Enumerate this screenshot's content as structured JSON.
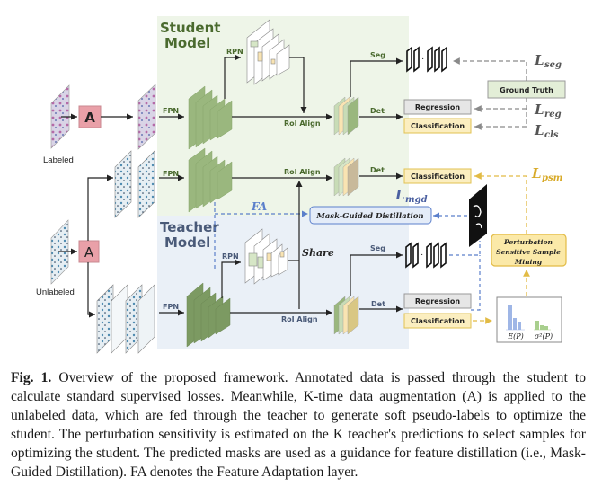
{
  "figure": {
    "student_title_line1": "Student",
    "student_title_line2": "Model",
    "teacher_title_line1": "Teacher",
    "teacher_title_line2": "Model",
    "augment_label": "A",
    "labeled_label": "Labeled",
    "unlabeled_label": "Unlabeled",
    "fpn_label": "FPN",
    "rpn_label": "RPN",
    "roi_align_label": "RoI Align",
    "seg_label": "Seg",
    "det_label": "Det",
    "share_label": "Share",
    "fa_label": "FA",
    "ground_truth": "Ground Truth",
    "regression": "Regression",
    "classification": "Classification",
    "mask_guided_distillation": "Mask-Guided Distillation",
    "psm_line1": "Perturbation",
    "psm_line2": "Sensitive Sample",
    "psm_line3": "Mining",
    "loss_seg": "L",
    "loss_seg_sub": "seg",
    "loss_reg": "L",
    "loss_reg_sub": "reg",
    "loss_cls": "L",
    "loss_cls_sub": "cls",
    "loss_psm": "L",
    "loss_psm_sub": "psm",
    "loss_mgd": "L",
    "loss_mgd_sub": "mgd",
    "mean_label": "E(P)",
    "var_label": "σ²(P)",
    "mask_dots": "·",
    "colors": {
      "student_bg": "#eef5e8",
      "teacher_bg": "#eaf0f7",
      "student_text": "#4a6a2e",
      "teacher_text": "#4a5a78",
      "feature_green": "#9ab77e",
      "feature_dark": "#7c9a62",
      "augment_pink": "#e9a0a8",
      "gt_fill": "#e3eed7",
      "reg_fill": "#e6e6e6",
      "cls_fill": "#fbeec0",
      "cls_border": "#e2c252",
      "blue_dash": "#5b7fcb",
      "gold_dash": "#e2bb45",
      "gray_dash": "#8a8a8a",
      "mgd_fill": "#e4ecf8",
      "psm_fill": "#fbe9a8"
    }
  },
  "caption": {
    "fig_label": "Fig. 1.",
    "text": "Overview of the proposed framework. Annotated data is passed through the student to calculate standard supervised losses. Meanwhile, K-time data augmentation (A) is applied to the unlabeled data, which are fed through the teacher to generate soft pseudo-labels to optimize the student. The perturbation sensitivity is estimated on the K teacher's predictions to select samples for optimizing the student. The predicted masks are used as a guidance for feature distillation (i.e., Mask-Guided Distillation). FA denotes the Feature Adaptation layer."
  }
}
